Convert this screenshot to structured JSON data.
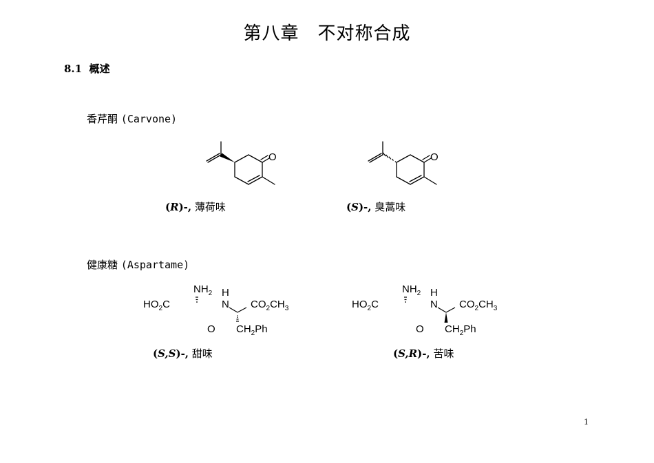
{
  "chapter_title": "第八章　不对称合成",
  "section": {
    "number": "8.1",
    "title": "概述"
  },
  "carvone": {
    "name_cn": "香芹酮",
    "name_en": "(Carvone)",
    "atom_label": "O",
    "r_form": {
      "config_prefix": "(",
      "config": "R",
      "config_suffix": ")-,",
      "taste": "薄荷味"
    },
    "s_form": {
      "config_prefix": "(",
      "config": "S",
      "config_suffix": ")-,",
      "taste": "臭蒿味"
    }
  },
  "aspartame": {
    "name_cn": "健康糖",
    "name_en": "(Aspartame)",
    "atoms": {
      "nh": "NH",
      "two": "2",
      "h": "H",
      "ho": "HO",
      "c": "C",
      "n": "N",
      "co": "CO",
      "ch": "CH",
      "three": "3",
      "o": "O",
      "ph": "Ph"
    },
    "ss_form": {
      "config_prefix": "(",
      "config": "S,S",
      "config_suffix": ")-,",
      "taste": "甜味"
    },
    "sr_form": {
      "config_prefix": "(",
      "config": "S,R",
      "config_suffix": ")-,",
      "taste": "苦味"
    }
  },
  "page_number": "1"
}
